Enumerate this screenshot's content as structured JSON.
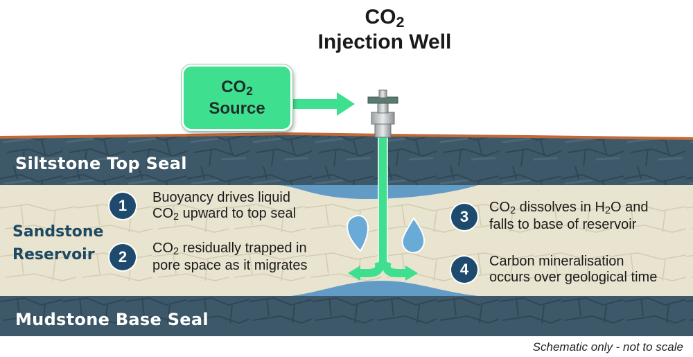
{
  "title": {
    "line1_main": "CO",
    "line1_sub": "2",
    "line2": "Injection Well"
  },
  "source": {
    "line1_main": "CO",
    "line1_sub": "2",
    "line2": "Source"
  },
  "layers": {
    "top_seal": "Siltstone Top Seal",
    "reservoir_line1": "Sandstone",
    "reservoir_line2": "Reservoir",
    "base_seal": "Mudstone Base Seal"
  },
  "steps": [
    {
      "number": "1",
      "line1": "Buoyancy drives liquid",
      "line2_a": "CO",
      "line2_sub": "2",
      "line2_b": " upward to top seal"
    },
    {
      "number": "2",
      "line1_a": "CO",
      "line1_sub": "2",
      "line1_b": " residually trapped in",
      "line2": "pore space as it migrates"
    },
    {
      "number": "3",
      "line1_a": "CO",
      "line1_sub": "2",
      "line1_b": " dissolves in H",
      "line1_sub2": "2",
      "line1_c": "O and",
      "line2": "falls to base of reservoir"
    },
    {
      "number": "4",
      "line1": "Carbon mineralisation",
      "line2": "occurs over geological time"
    }
  ],
  "footnote": "Schematic only - not to scale",
  "colors": {
    "co2_green": "#3ee08f",
    "seal_slate": "#3d5868",
    "sandstone": "#e9e4cf",
    "ground_line": "#c06a3a",
    "plume_blue": "#4a8fc4",
    "step_circle": "#1e4a6d"
  }
}
